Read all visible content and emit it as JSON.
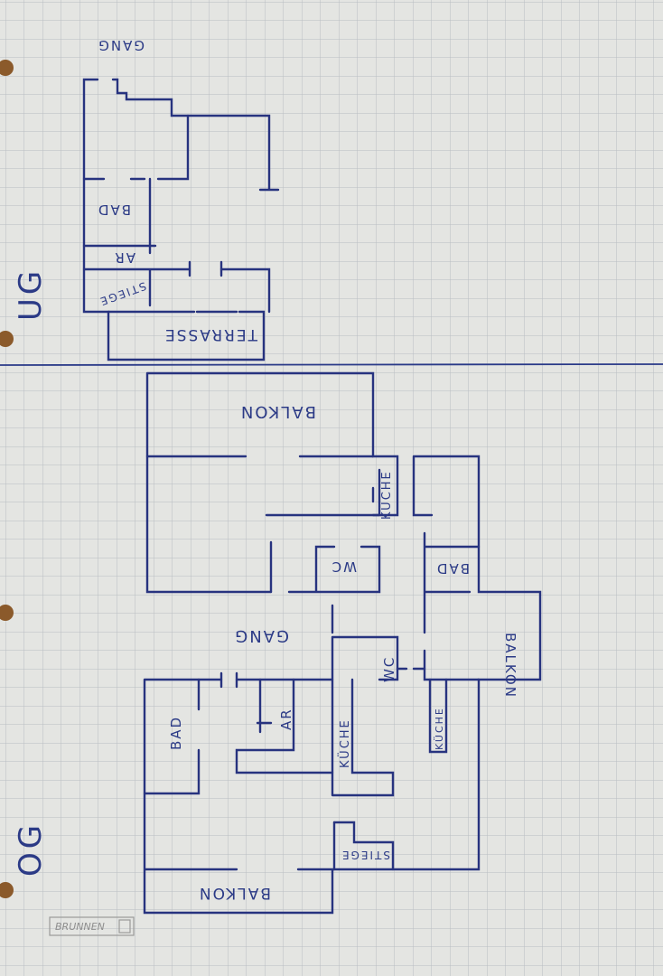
{
  "title": "Hand-drawn floor plan on graph paper",
  "sections": {
    "upper_floor_label": "UG",
    "ground_floor_label": "OG"
  },
  "ug_rooms": [
    "GANG",
    "BAD",
    "AR",
    "STIEGE",
    "TERRASSE"
  ],
  "og_rooms": {
    "balkon_top": "BALKON",
    "kueche_1": "KÜCHE",
    "wc_1": "WC",
    "bad_1": "BAD",
    "gang": "GANG",
    "wc_2": "WC",
    "balkon_right": "BALKON",
    "kueche_2": "KÜCHE",
    "kueche_3": "KÜCHE",
    "bad_2": "BAD",
    "ar": "AR",
    "stiege": "STIEGE",
    "balkon_bottom": "BALKON"
  },
  "brand_logo": "BRUNNEN",
  "colors": {
    "ink": "#27337f",
    "paper": "#e4e5e2",
    "grid": "#b9bdc2"
  }
}
